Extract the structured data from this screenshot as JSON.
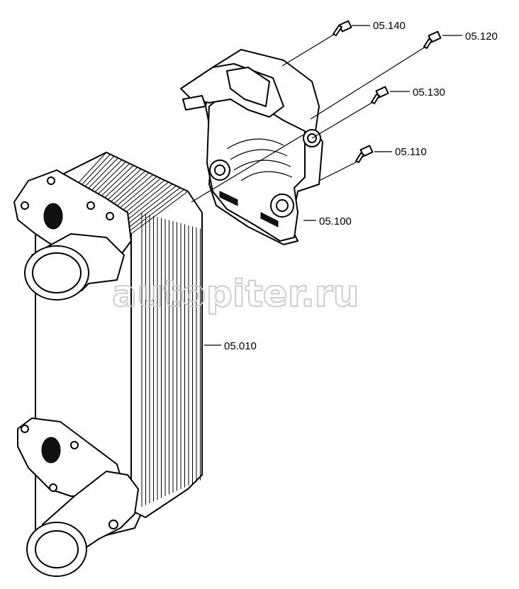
{
  "watermark": {
    "text": "autopiter.ru",
    "color": "#c8c8c8"
  },
  "callouts": [
    {
      "id": "c05140",
      "label": "05.140"
    },
    {
      "id": "c05120",
      "label": "05.120"
    },
    {
      "id": "c05130",
      "label": "05.130"
    },
    {
      "id": "c05110",
      "label": "05.110"
    },
    {
      "id": "c05100",
      "label": "05.100"
    },
    {
      "id": "c05010",
      "label": "05.010"
    }
  ],
  "colors": {
    "line": "#000000",
    "background": "#ffffff"
  }
}
